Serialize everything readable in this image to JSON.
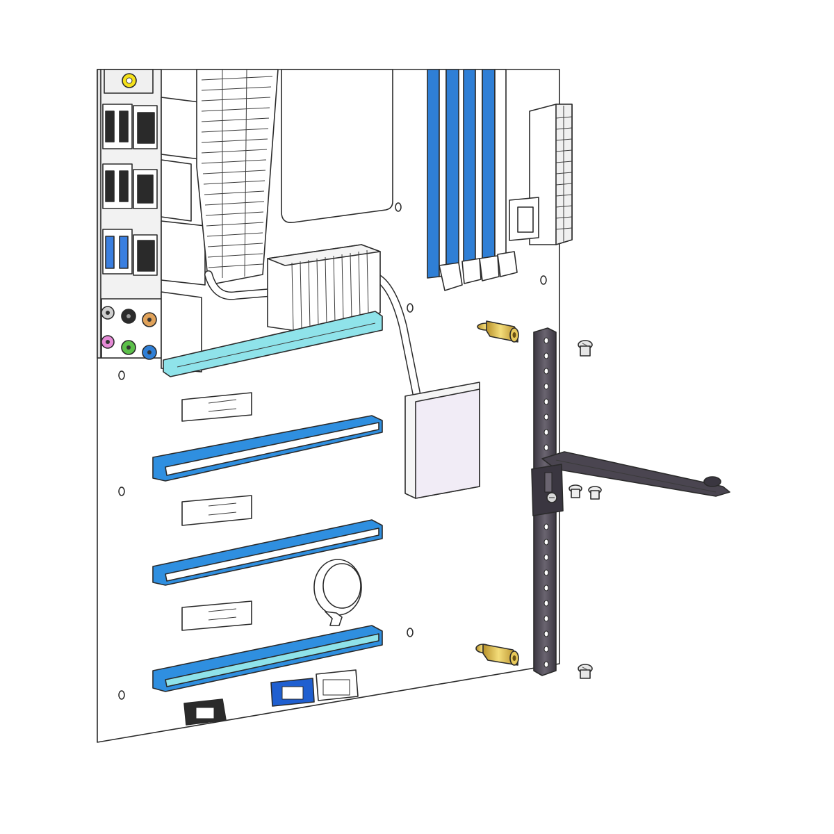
{
  "diagram": {
    "subject": "motherboard-with-gpu-support-bracket",
    "colors": {
      "background": "#ffffff",
      "board": "#ffffff",
      "outline": "#2a2a2a",
      "ram_blue": "#2f7fd6",
      "pcie_cyan": "#8fe3ea",
      "pcie_blue": "#2f8fe0",
      "bracket": "#4a4550",
      "standoff_brass": "#e8c95a",
      "header_blue": "#1f5fd0",
      "header_black": "#2b2b2b",
      "usb3_blue": "#3a7fe0",
      "audio_green": "#5cbf4a",
      "audio_pink": "#e58ad6",
      "audio_blue": "#2f7fd6",
      "audio_orange": "#e0a25a",
      "audio_gray": "#cfcfcf",
      "audio_black": "#2b2b2b"
    },
    "components": [
      "io-shield",
      "vrm-heatsink",
      "cpu-socket",
      "ram-slots",
      "atx-24pin-connector",
      "chipset-heatsink",
      "heatpipe",
      "pcie-slots",
      "m2-slots",
      "cmos-battery",
      "front-panel-headers",
      "standoffs",
      "support-bracket",
      "bracket-screws"
    ]
  }
}
